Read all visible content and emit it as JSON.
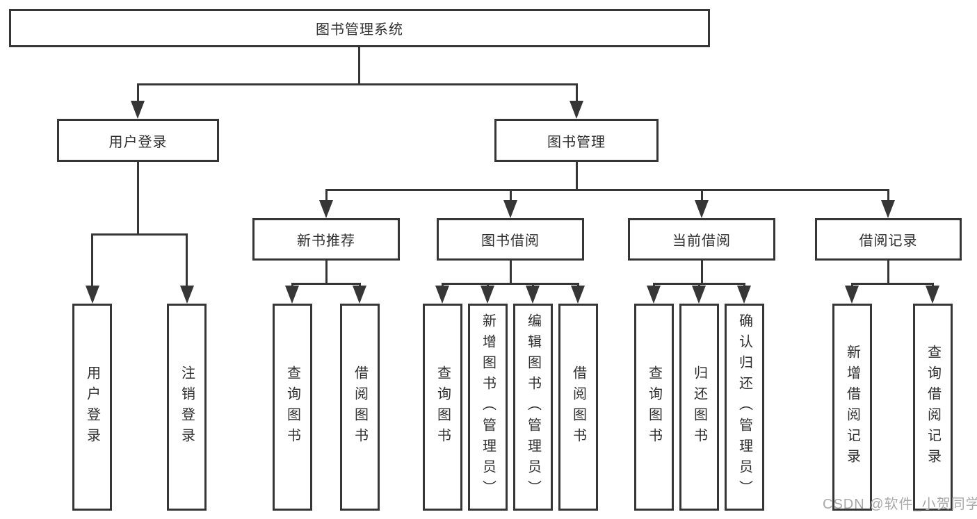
{
  "tree": {
    "label": "图书管理系统",
    "children": [
      {
        "label": "用户登录",
        "children": [
          {
            "label": "用户登录"
          },
          {
            "label": "注销登录"
          }
        ]
      },
      {
        "label": "图书管理",
        "children": [
          {
            "label": "新书推荐",
            "children": [
              {
                "label": "查询图书"
              },
              {
                "label": "借阅图书"
              }
            ]
          },
          {
            "label": "图书借阅",
            "children": [
              {
                "label": "查询图书"
              },
              {
                "label": "新增图书（管理员）"
              },
              {
                "label": "编辑图书（管理员）"
              },
              {
                "label": "借阅图书"
              }
            ]
          },
          {
            "label": "当前借阅",
            "children": [
              {
                "label": "查询图书"
              },
              {
                "label": "归还图书"
              },
              {
                "label": "确认归还（管理员）"
              }
            ]
          },
          {
            "label": "借阅记录",
            "children": [
              {
                "label": "新增借阅记录"
              },
              {
                "label": "查询借阅记录"
              }
            ]
          }
        ]
      }
    ]
  },
  "watermark": {
    "text": "CSDN @软件_小贺同学",
    "color": "#a9a9a9"
  },
  "colors": {
    "line": "#363636",
    "box_fill": "#ffffff",
    "text": "#2f2f2f",
    "background": "#ffffff"
  }
}
